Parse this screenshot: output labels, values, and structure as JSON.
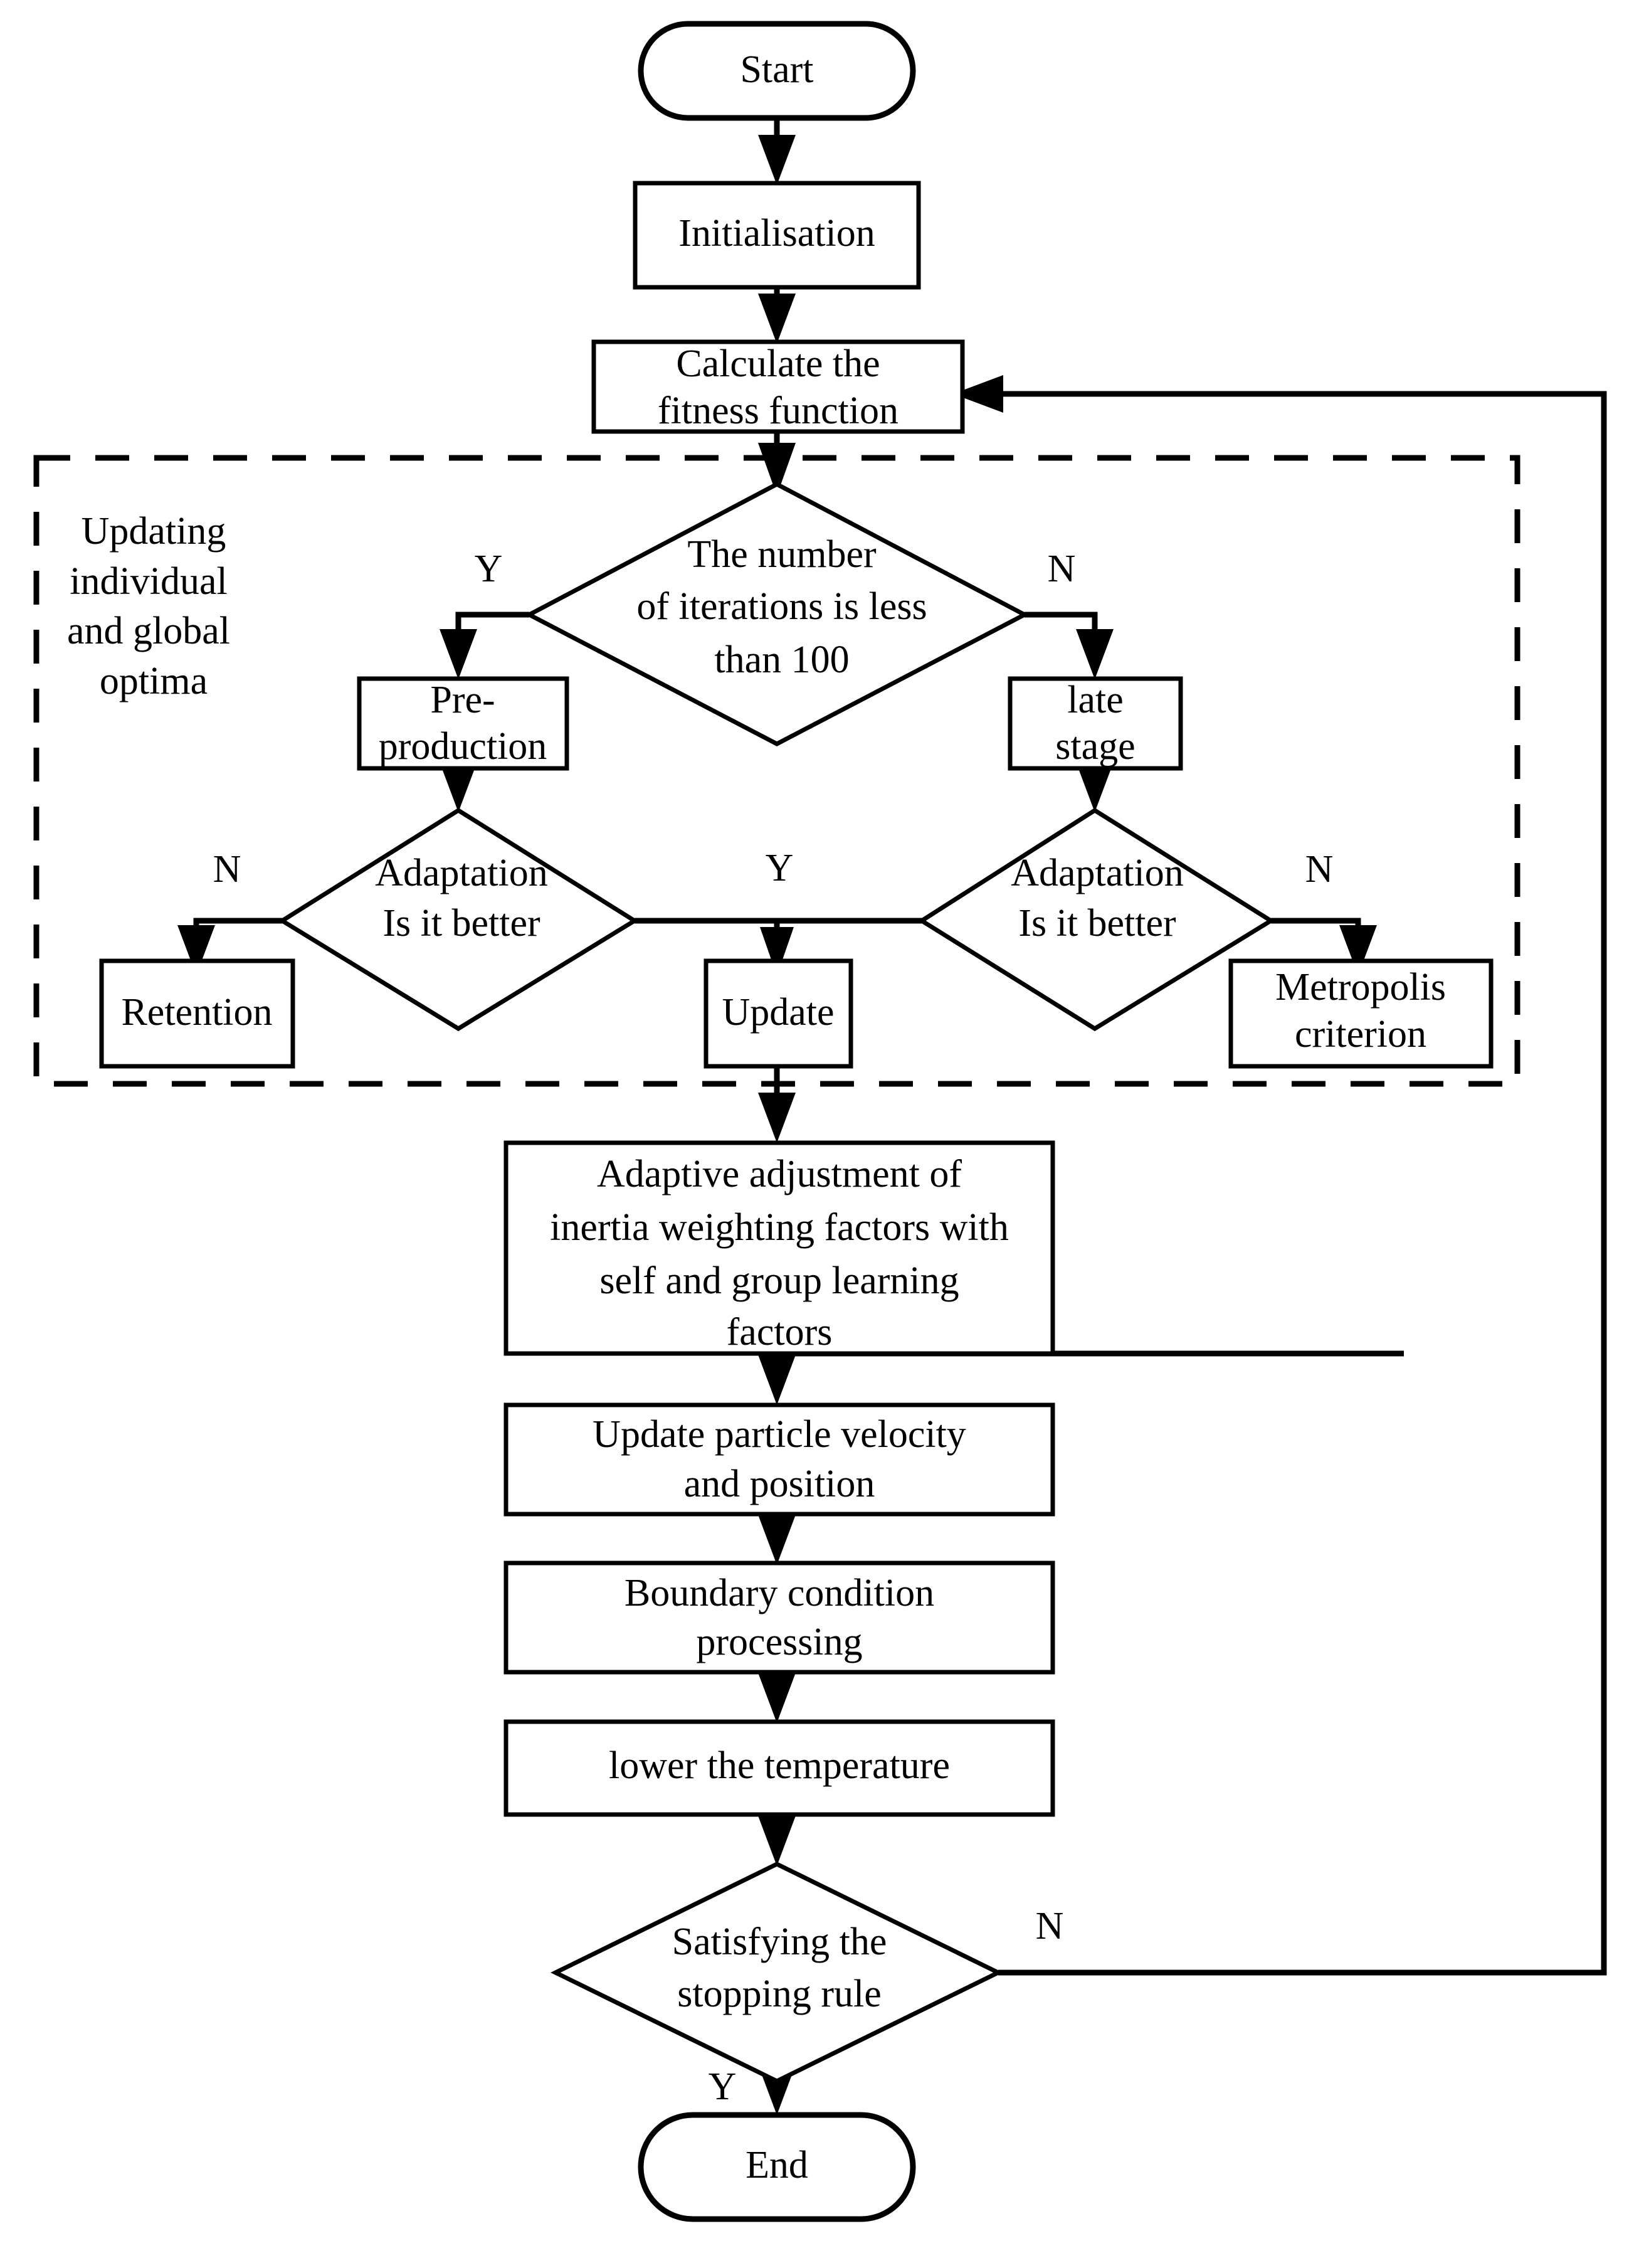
{
  "diagram": {
    "title": "Hybrid PSO-SA algorithm flowchart",
    "type": "flowchart",
    "colors": {
      "stroke": "#000000",
      "fill": "#ffffff",
      "text": "#000000"
    },
    "nodes": [
      {
        "id": "start",
        "shape": "terminator",
        "label": "Start"
      },
      {
        "id": "init",
        "shape": "process",
        "label": "Initialisation"
      },
      {
        "id": "fitness",
        "shape": "process",
        "label": "Calculate the\nfitness function",
        "line1": "Calculate the",
        "line2": "fitness function"
      },
      {
        "id": "iter",
        "shape": "decision",
        "label": "The number of iterations is less than 100",
        "line1": "The number",
        "line2": "of iterations is less",
        "line3": "than 100"
      },
      {
        "id": "preprod",
        "shape": "process",
        "label": "Pre-production",
        "line1": "Pre-",
        "line2": "production"
      },
      {
        "id": "late",
        "shape": "process",
        "label": "late stage",
        "line1": "late",
        "line2": "stage"
      },
      {
        "id": "adaptleft",
        "shape": "decision",
        "label": "Adaptation Is it better",
        "line1": "Adaptation",
        "line2": "Is it better"
      },
      {
        "id": "adaptright",
        "shape": "decision",
        "label": "Adaptation Is it better",
        "line1": "Adaptation",
        "line2": "Is it better"
      },
      {
        "id": "retention",
        "shape": "process",
        "label": "Retention"
      },
      {
        "id": "update",
        "shape": "process",
        "label": "Update"
      },
      {
        "id": "metropolis",
        "shape": "process",
        "label": "Metropolis criterion",
        "line1": "Metropolis",
        "line2": "criterion"
      },
      {
        "id": "adaptive",
        "shape": "process",
        "label": "Adaptive adjustment of inertia weighting factors with self and group learning factors",
        "line1": "Adaptive adjustment of",
        "line2": "inertia weighting factors with",
        "line3": "self and group learning",
        "line4": "factors"
      },
      {
        "id": "velocity",
        "shape": "process",
        "label": "Update particle velocity and position",
        "line1": "Update particle velocity",
        "line2": "and position"
      },
      {
        "id": "boundary",
        "shape": "process",
        "label": "Boundary condition processing",
        "line1": "Boundary condition",
        "line2": "processing"
      },
      {
        "id": "cooling",
        "shape": "process",
        "label": "lower the temperature"
      },
      {
        "id": "stop",
        "shape": "decision",
        "label": "Satisfying the stopping rule",
        "line1": "Satisfying the",
        "line2": "stopping rule"
      },
      {
        "id": "end",
        "shape": "terminator",
        "label": "End"
      }
    ],
    "group": {
      "id": "updating-group",
      "style": "dashed",
      "label": "Updating individual and global optima",
      "line1": "Updating",
      "line2": "individual",
      "line3": "and global",
      "line4": "optima"
    },
    "edge_labels": {
      "iter_yes": "Y",
      "iter_no": "N",
      "adapt_left_no": "N",
      "adapt_yes": "Y",
      "adapt_right_no": "N",
      "stop_no": "N",
      "stop_yes": "Y"
    }
  }
}
